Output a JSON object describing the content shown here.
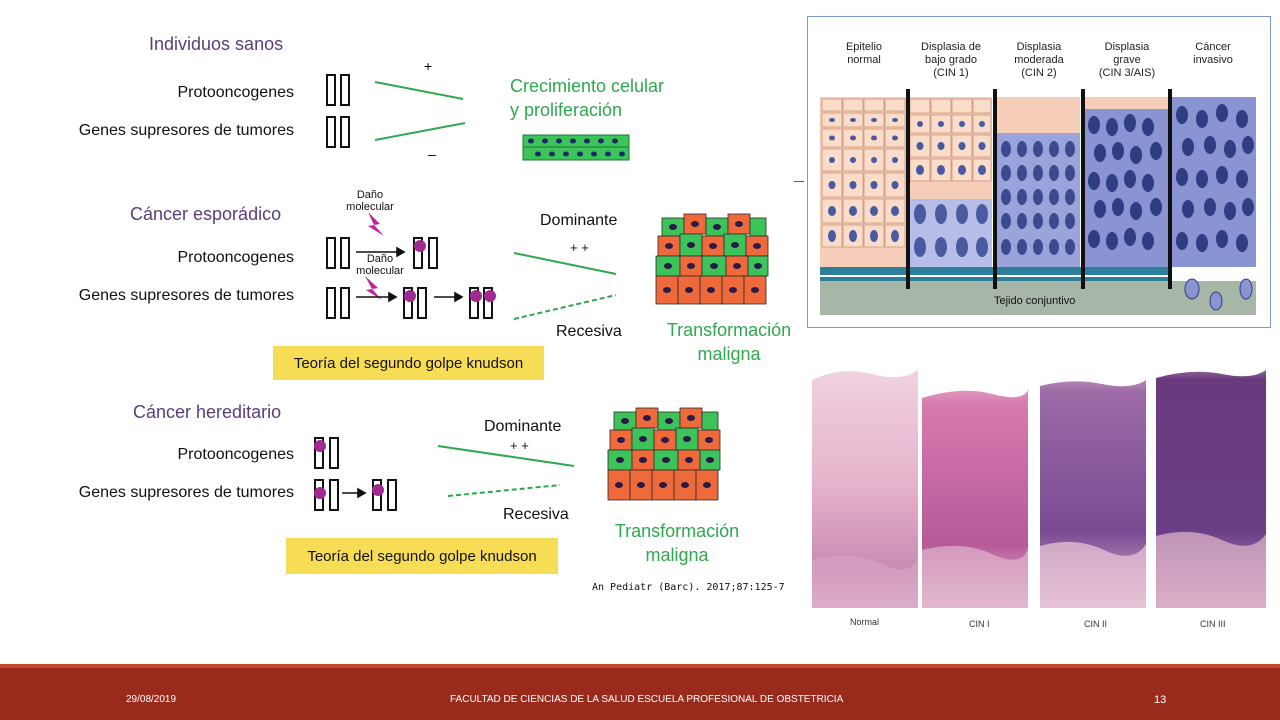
{
  "left_diagram": {
    "sections": [
      {
        "title": "Individuos sanos",
        "protooncogenes": "Protooncogenes",
        "supresores": "Genes supresores de tumores",
        "plus": "+",
        "minus": "–",
        "outcome": "Crecimiento celular\ny proliferación"
      },
      {
        "title": "Cáncer esporádico",
        "protooncogenes": "Protooncogenes",
        "supresores": "Genes supresores de tumores",
        "dano1": "Daño\nmolecular",
        "dano2": "Daño\nmolecular",
        "dominante": "Dominante",
        "plusplus": "+ +",
        "recesiva": "Recesiva",
        "outcome": "Transformación\nmaligna",
        "box": "Teoría del segundo golpe knudson"
      },
      {
        "title": "Cáncer hereditario",
        "protooncogenes": "Protooncogenes",
        "supresores": "Genes supresores de tumores",
        "dominante": "Dominante",
        "plusplus": "+ +",
        "recesiva": "Recesiva",
        "outcome": "Transformación\nmaligna",
        "box": "Teoría del segundo golpe knudson"
      }
    ],
    "citation": "An Pediatr (Barc). 2017;87:125-7"
  },
  "cin_diagram": {
    "stages": [
      "Epitelio\nnormal",
      "Displasia de\nbajo grado\n(CIN 1)",
      "Displasia\nmoderada\n(CIN 2)",
      "Displasia\ngrave\n(CIN 3/AIS)",
      "Cáncer\ninvasivo"
    ],
    "base_label": "Tejido conjuntivo"
  },
  "micrographs": {
    "labels": [
      "Normal",
      "CIN I",
      "CIN II",
      "CIN III"
    ]
  },
  "footer": {
    "date": "29/08/2019",
    "institution": "FACULTAD DE CIENCIAS DE LA SALUD ESCUELA PROFESIONAL DE OBSTETRICIA",
    "page": "13"
  },
  "colors": {
    "footer_bg": "#9a2b1c",
    "title_purple": "#5a3d7a",
    "outcome_green": "#2fa84f",
    "box_yellow": "#f7dc55"
  }
}
